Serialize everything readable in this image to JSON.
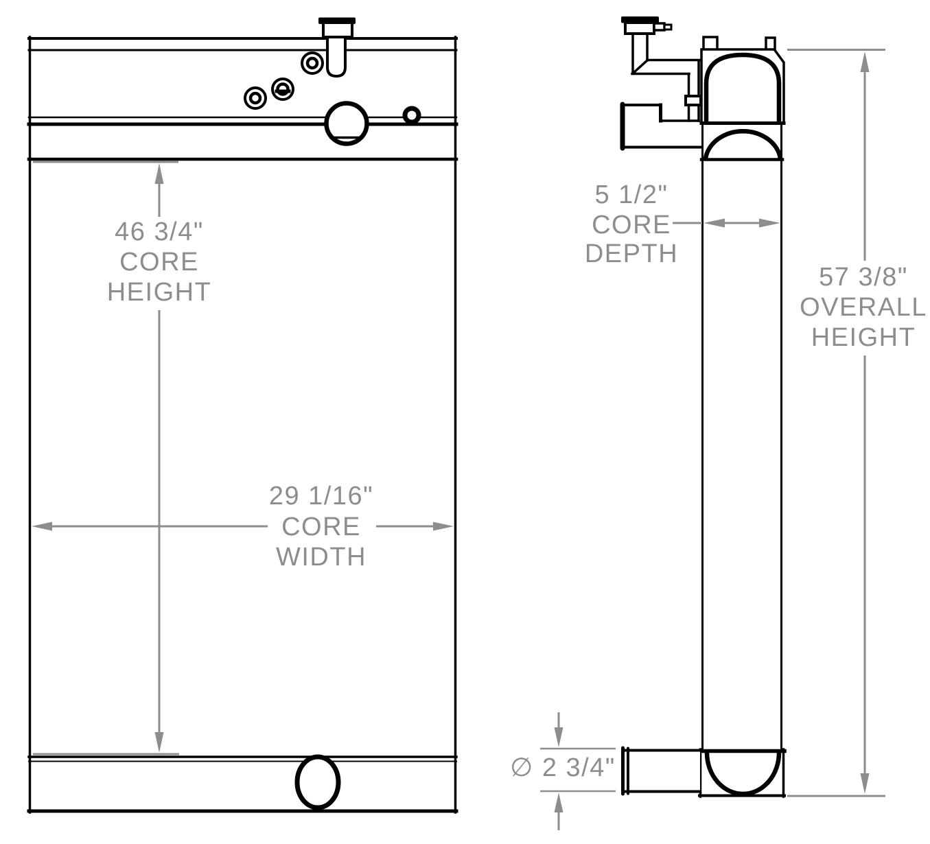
{
  "drawing": {
    "description": "Radiator technical drawing, front view and side view",
    "colors": {
      "line": "#000000",
      "dimension": "#8d8d8d",
      "background": "#ffffff"
    }
  },
  "dimensions": {
    "core_height": {
      "value": "46 3/4\"",
      "label_line1": "CORE",
      "label_line2": "HEIGHT"
    },
    "core_width": {
      "value": "29 1/16\"",
      "label_line1": "CORE",
      "label_line2": "WIDTH"
    },
    "core_depth": {
      "value": "5 1/2\"",
      "label_line1": "CORE",
      "label_line2": "DEPTH"
    },
    "overall_height": {
      "value": "57 3/8\"",
      "label_line1": "OVERALL",
      "label_line2": "HEIGHT"
    },
    "outlet_diameter": {
      "value": "∅ 2 3/4\""
    }
  }
}
